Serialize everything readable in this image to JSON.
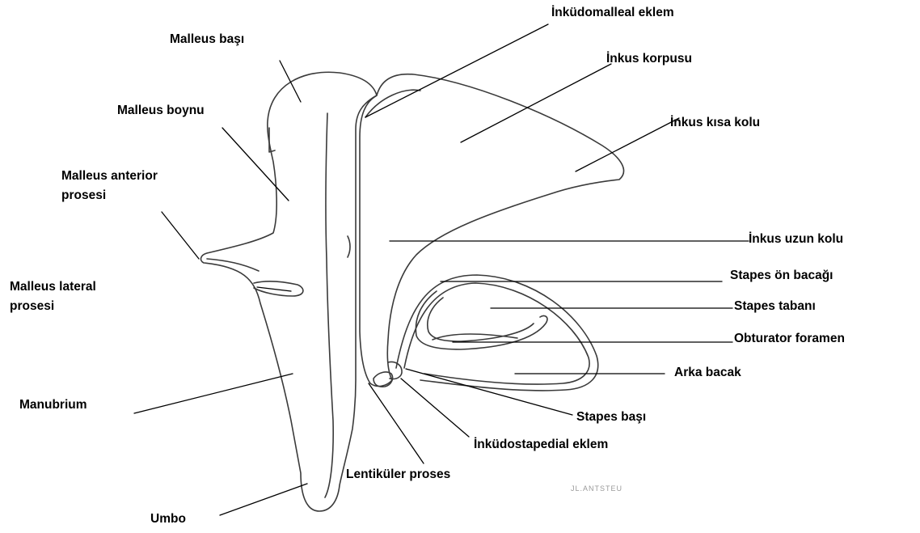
{
  "colors": {
    "outline": "#3a3a3a",
    "leader": "#000000",
    "text": "#000000",
    "watermark": "#9a9a9a"
  },
  "labels": {
    "malleus_basi": "Malleus başı",
    "malleus_boynu": "Malleus boynu",
    "malleus_anterior_1": "Malleus anterior",
    "malleus_anterior_2": "prosesi",
    "malleus_lateral_1": "Malleus lateral",
    "malleus_lateral_2": "prosesi",
    "manubrium": "Manubrium",
    "umbo": "Umbo",
    "inkudomalleal": "İnküdomalleal eklem",
    "inkus_korpusu": "İnkus korpusu",
    "inkus_kisa_kolu": "İnkus kısa kolu",
    "inkus_uzun_kolu": "İnkus uzun kolu",
    "stapes_on_bacagi": "Stapes ön bacağı",
    "stapes_tabani": "Stapes tabanı",
    "obturator_foramen": "Obturator foramen",
    "arka_bacak": "Arka bacak",
    "stapes_basi": "Stapes başı",
    "inkudostapedial": "İnküdostapedial eklem",
    "lentikuler_proses": "Lentiküler proses"
  },
  "watermark": "JL.ANTSTEU"
}
